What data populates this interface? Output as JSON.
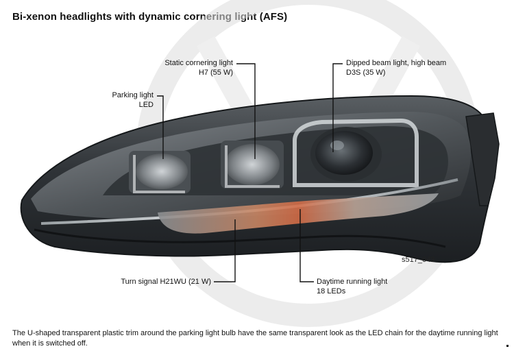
{
  "title": "Bi-xenon headlights with dynamic cornering light (AFS)",
  "labels": {
    "parking": {
      "line1": "Parking light",
      "line2": "LED"
    },
    "static_cornering": {
      "line1": "Static cornering light",
      "line2": "H7 (55 W)"
    },
    "dipped_beam": {
      "line1": "Dipped beam light, high beam",
      "line2": "D3S (35 W)"
    },
    "turn_signal": {
      "line1": "Turn signal H21WU (21 W)"
    },
    "daytime_running": {
      "line1": "Daytime running light",
      "line2": "18 LEDs"
    }
  },
  "figure_code": "s517_043",
  "caption": "The U-shaped transparent plastic trim around the parking light bulb have the same transparent look as the LED chain for the daytime running light when it is switched off.",
  "colors": {
    "housing": "#2b2e31",
    "lens": "#6e7378",
    "turn_signal": "#c0603e",
    "watermark": "#d9d9d9",
    "text": "#111111"
  }
}
